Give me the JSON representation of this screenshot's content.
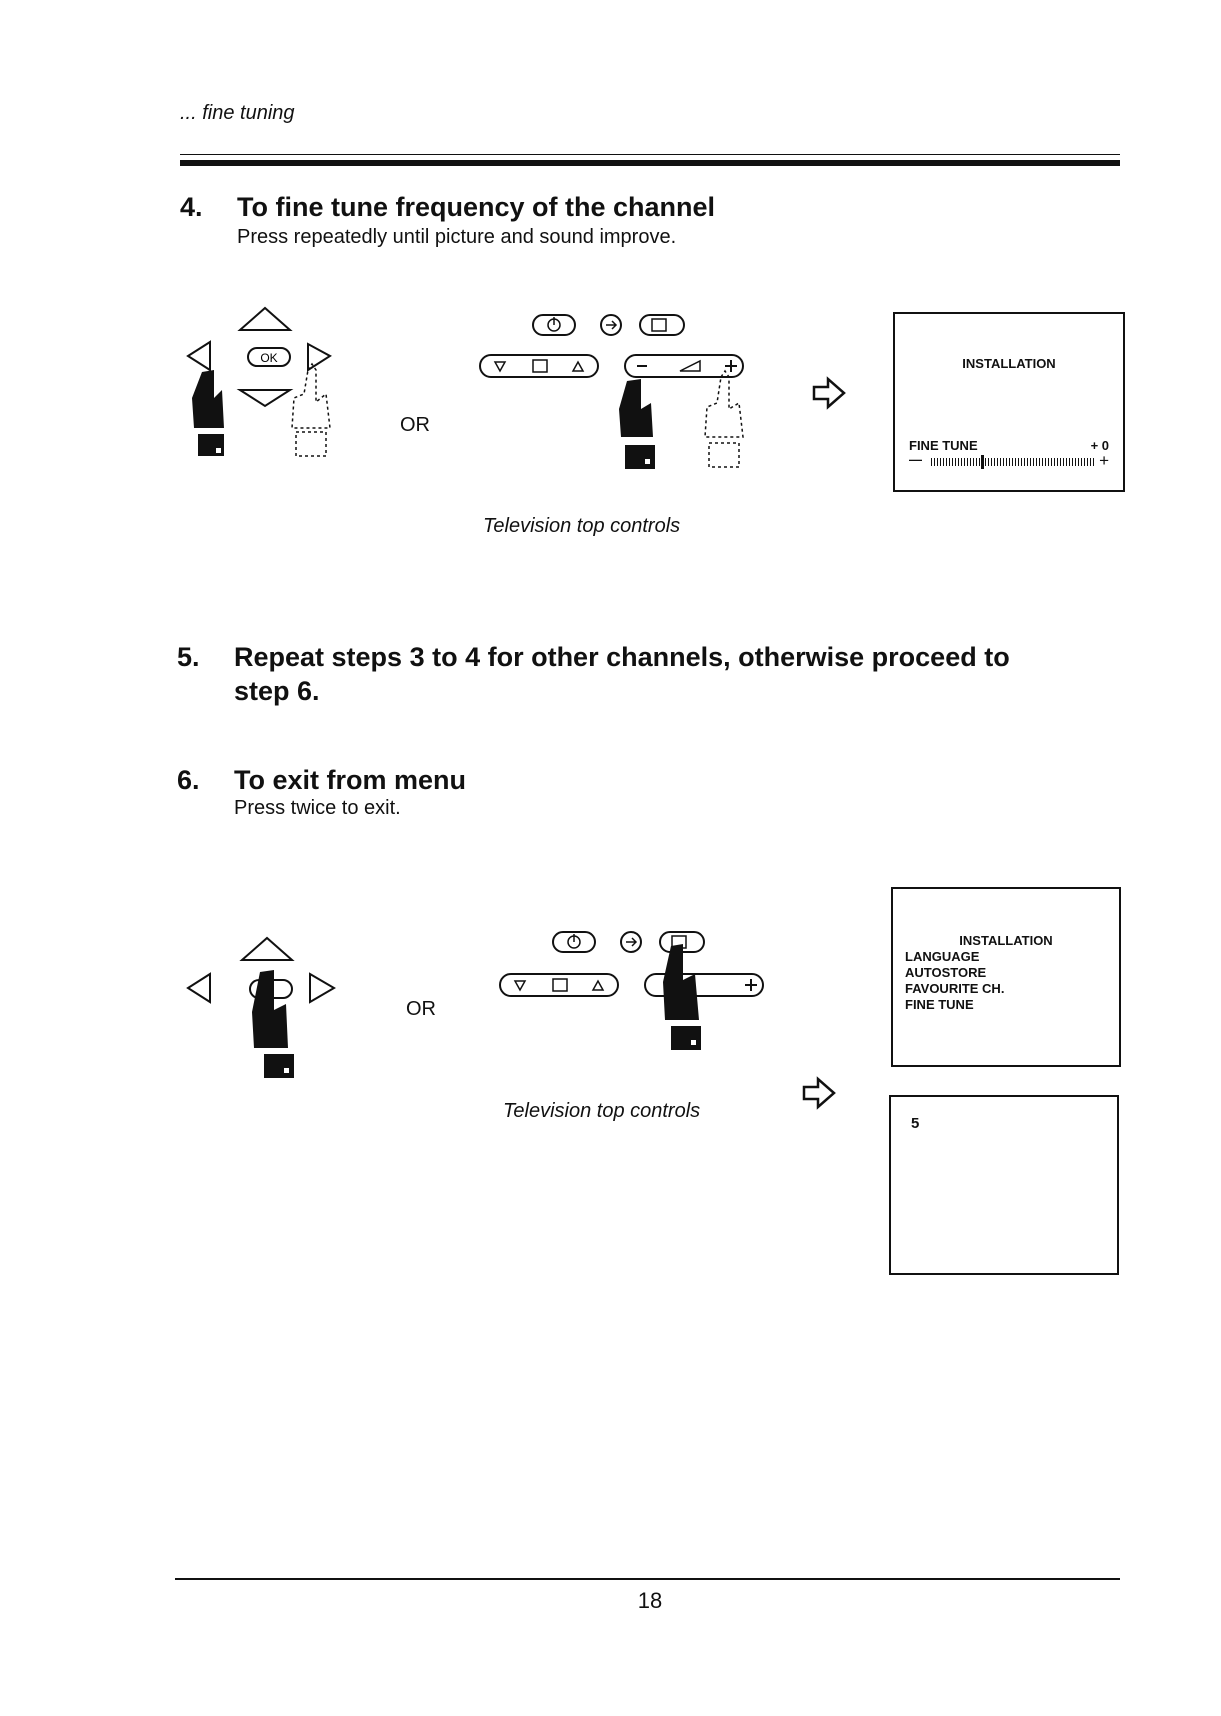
{
  "header": {
    "running_title": "... fine tuning"
  },
  "step4": {
    "number": "4.",
    "title": "To fine tune frequency of the channel",
    "instruction": "Press repeatedly until picture and sound improve.",
    "or_label": "OR",
    "caption": "Television top controls",
    "remote_ok_label": "OK",
    "screen": {
      "title": "INSTALLATION",
      "item_label": "FINE TUNE",
      "item_value": "+ 0",
      "bar_minus": "—",
      "bar_plus": "+"
    }
  },
  "step5": {
    "number": "5.",
    "title_line1": "Repeat steps 3 to 4  for other channels, otherwise proceed to",
    "title_line2": "step 6."
  },
  "step6": {
    "number": "6.",
    "title": "To exit from menu",
    "instruction": "Press twice to exit.",
    "or_label": "OR",
    "caption": "Television top controls",
    "screen_menu": {
      "title": "INSTALLATION",
      "items": [
        "LANGUAGE",
        "AUTOSTORE",
        "FAVOURITE CH.",
        "FINE TUNE"
      ]
    },
    "screen_channel": {
      "value": "5"
    }
  },
  "footer": {
    "page_number": "18"
  }
}
